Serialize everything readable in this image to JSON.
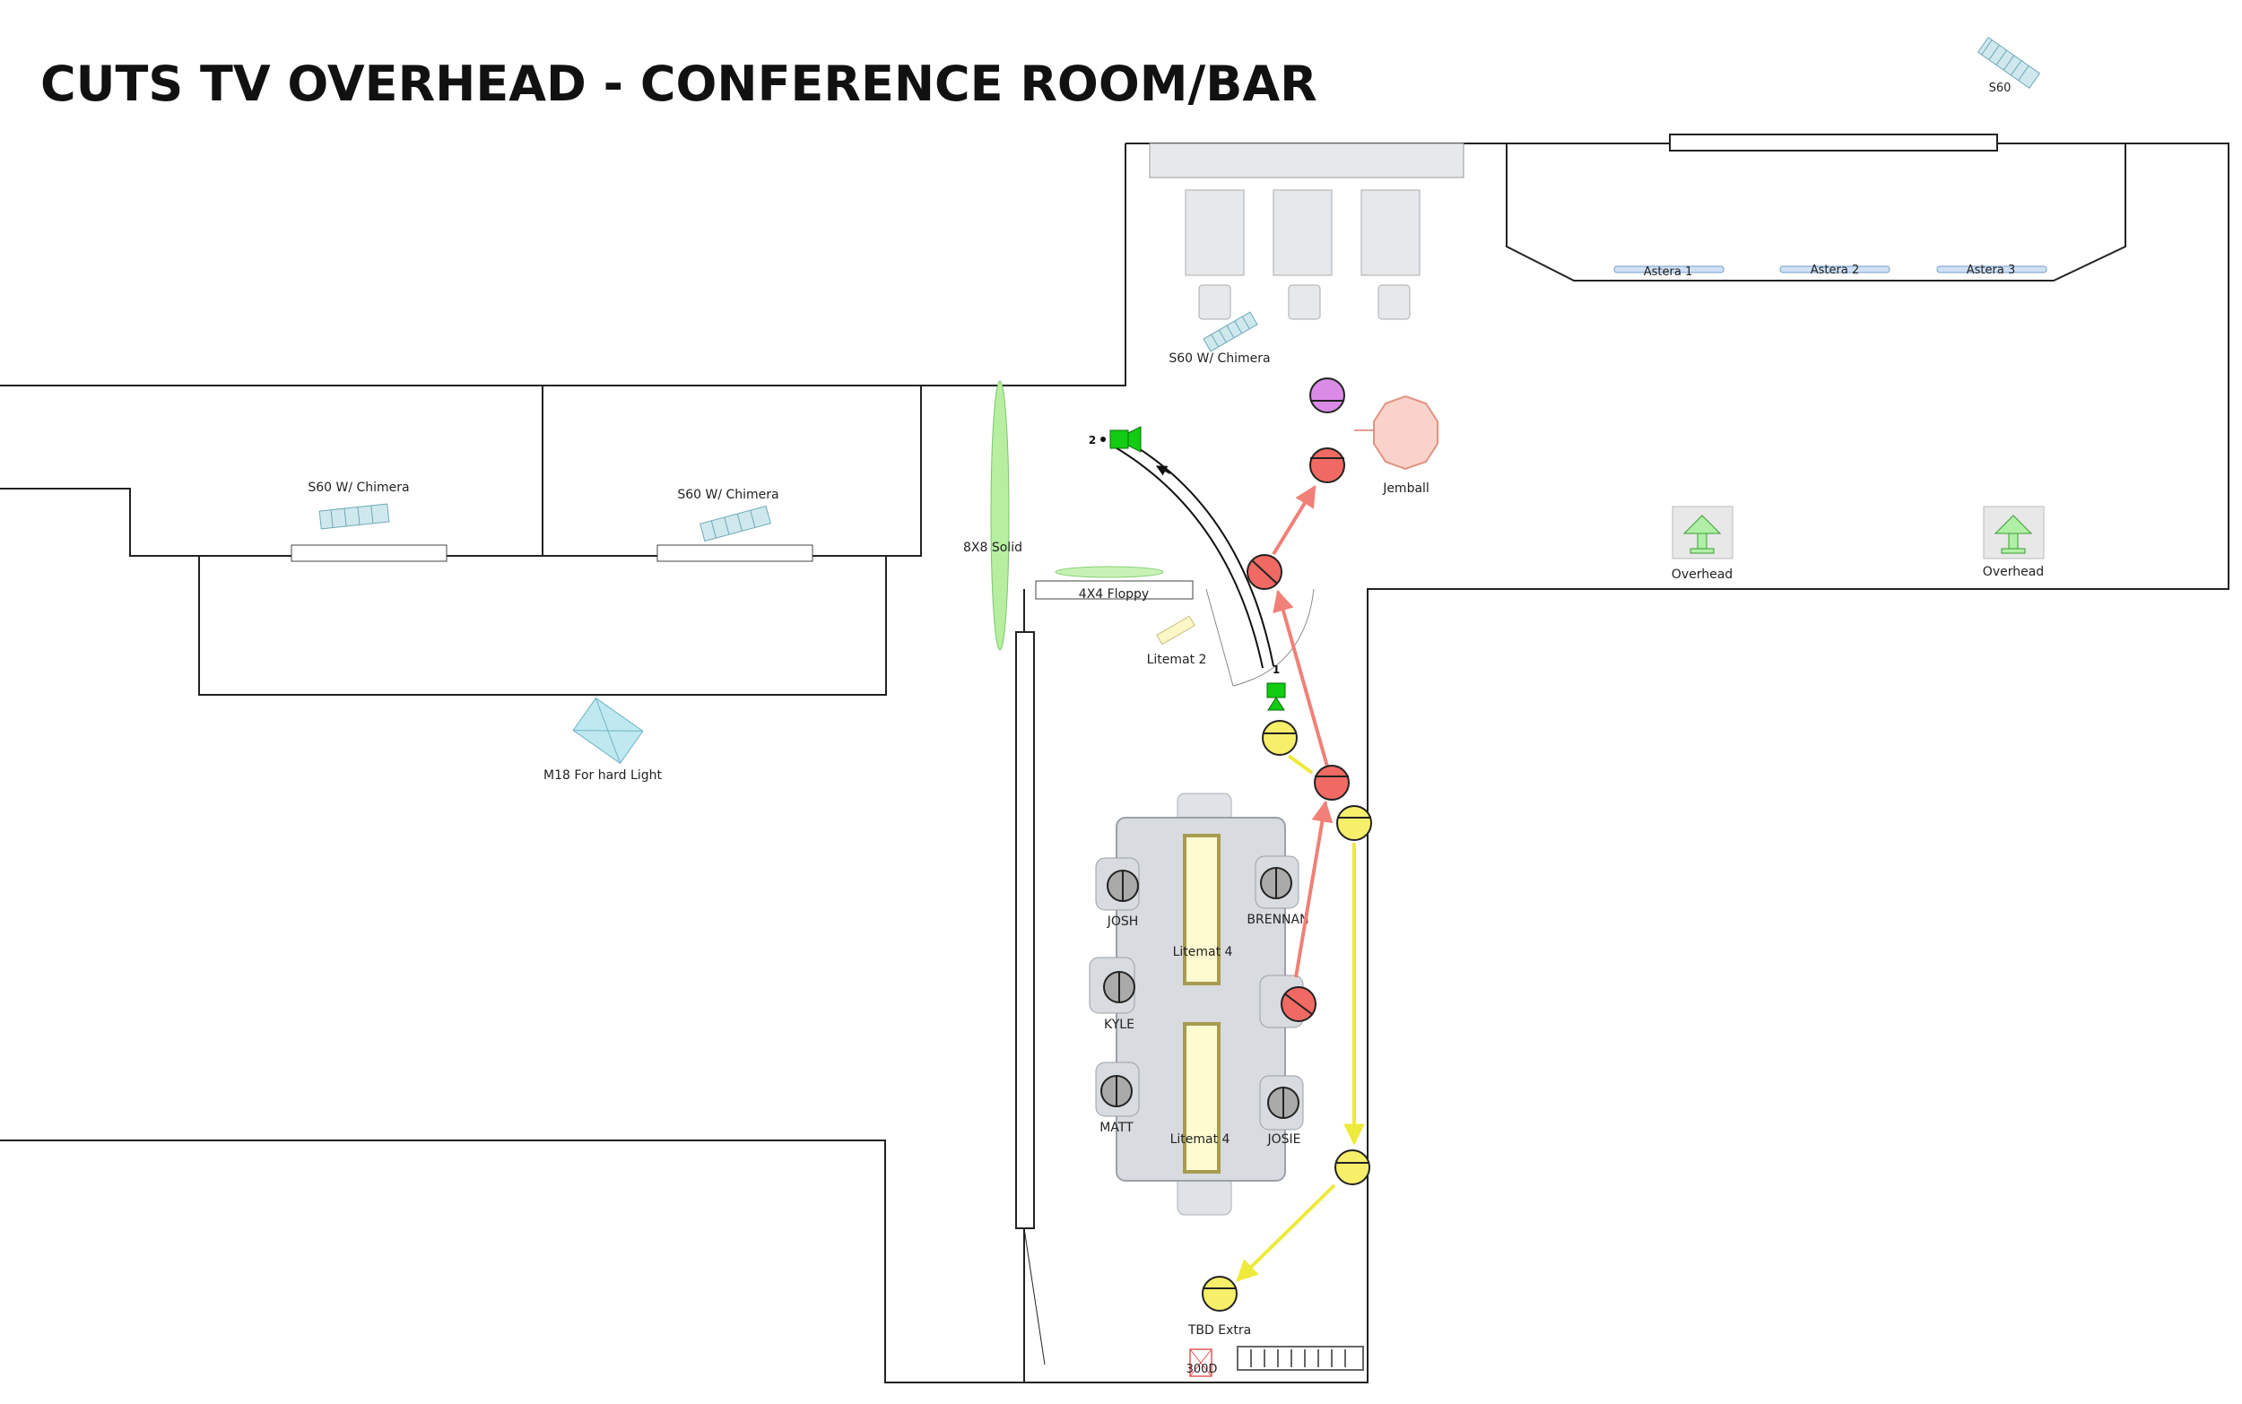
{
  "title": "CUTS TV OVERHEAD - CONFERENCE ROOM/BAR",
  "colors": {
    "wall": "#222222",
    "table": "#d3d7dc",
    "table_edge": "#9aa1a8",
    "litemat_fill": "#fffbd1",
    "litemat_edge": "#a79b51",
    "actor": "#aaaaaa",
    "cam_move": "#f08078",
    "cam_pos_red": "#f06a63",
    "cam_pos_yellow": "#f7ee6a",
    "cam_pos_purple": "#d98be6",
    "yellow_path": "#eeea3c",
    "green_flag": "#b7eea0",
    "camera": "#11cc11",
    "fixture": "#9fd9e6",
    "jemball": "#fbd2ca"
  },
  "labels": {
    "s60_top": "S60",
    "s60_chimera_bar": "S60 W/ Chimera",
    "s60_chimera_left": "S60 W/ Chimera",
    "s60_chimera_mid": "S60 W/ Chimera",
    "m18": "M18 For hard Light",
    "solid": "8X8 Solid",
    "floppy": "4X4 Floppy",
    "litemat2": "Litemat 2",
    "jemball": "Jemball",
    "astera1": "Astera 1",
    "astera2": "Astera 2",
    "astera3": "Astera 3",
    "overhead1": "Overhead",
    "overhead2": "Overhead",
    "litemat4_top": "Litemat 4",
    "litemat4_bottom": "Litemat 4",
    "josh": "JOSH",
    "brennan": "BRENNAN",
    "kyle": "KYLE",
    "matt": "MATT",
    "josie": "JOSIE",
    "tbd_extra": "TBD Extra",
    "light_300d": "300D",
    "cam2": "2",
    "cam1": "1"
  }
}
